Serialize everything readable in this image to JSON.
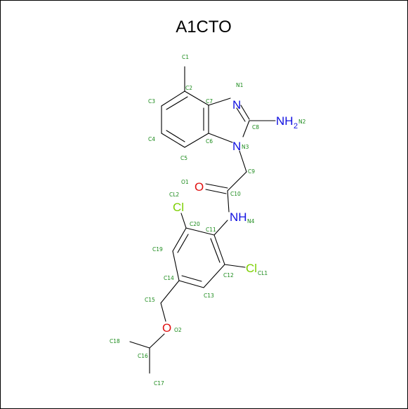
{
  "title": "A1CTO",
  "colors": {
    "carbon": "#000000",
    "nitrogen": "#1010e0",
    "oxygen": "#e01010",
    "chlorine": "#7ccf00",
    "atom_label": "#1a8a1a"
  },
  "symbols": {
    "N1": "N",
    "N2": "NH",
    "N2_sub": "2",
    "N3": "N",
    "N4": "NH",
    "O1": "O",
    "O2": "O",
    "CL1": "Cl",
    "CL2": "Cl"
  },
  "atom_labels": {
    "C1": "C1",
    "C2": "C2",
    "C3": "C3",
    "C4": "C4",
    "C5": "C5",
    "C6": "C6",
    "C7": "C7",
    "C8": "C8",
    "C9": "C9",
    "C10": "C10",
    "C11": "C11",
    "C12": "C12",
    "C13": "C13",
    "C14": "C14",
    "C15": "C15",
    "C16": "C16",
    "C17": "C17",
    "C18": "C18",
    "C19": "C19",
    "C20": "C20",
    "N1": "N1",
    "N2": "N2",
    "N3": "N3",
    "N4": "N4",
    "O1": "O1",
    "O2": "O2",
    "CL1": "CL1",
    "CL2": "CL2"
  }
}
